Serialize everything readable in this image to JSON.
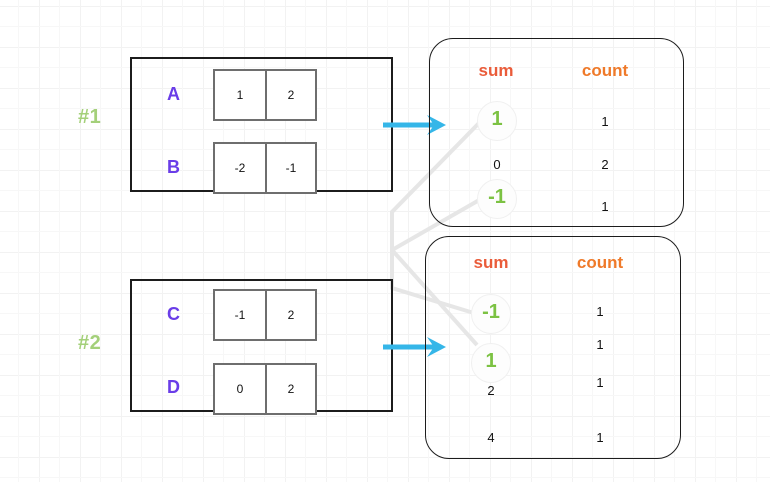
{
  "diagram": {
    "title": "partial aggregation merge diagram",
    "colors": {
      "group_label": "#a4d07a",
      "row_label": "#6a3de8",
      "sum_header": "#ea5c3a",
      "count_header": "#ef7a2a",
      "highlight_value": "#7cc243",
      "arrow": "#35b6e8",
      "box_border": "#1c1c1c",
      "cell_border": "#6e6e6e",
      "connector": "#e3e3e3",
      "grid": "#f2f2f2"
    }
  },
  "groups": [
    {
      "label": "#1",
      "rows": [
        {
          "name": "A",
          "cells": [
            "1",
            "2"
          ]
        },
        {
          "name": "B",
          "cells": [
            "-2",
            "-1"
          ]
        }
      ]
    },
    {
      "label": "#2",
      "rows": [
        {
          "name": "C",
          "cells": [
            "-1",
            "2"
          ]
        },
        {
          "name": "D",
          "cells": [
            "0",
            "2"
          ]
        }
      ]
    }
  ],
  "panels": [
    {
      "id": "panel-1",
      "headers": {
        "sum": "sum",
        "count": "count"
      },
      "rows": [
        {
          "sum": "1",
          "count": "1",
          "highlight": true
        },
        {
          "sum": "0",
          "count": "2",
          "highlight": false
        },
        {
          "sum": "-1",
          "count": "1",
          "highlight": true
        }
      ]
    },
    {
      "id": "panel-2",
      "headers": {
        "sum": "sum",
        "count": "count"
      },
      "rows": [
        {
          "sum": "-1",
          "count": "1",
          "highlight": true
        },
        {
          "sum": "1",
          "count": "1",
          "highlight": true
        },
        {
          "sum": "2",
          "count": "1",
          "highlight": false
        },
        {
          "sum": "4",
          "count": "1",
          "highlight": false
        }
      ]
    }
  ]
}
